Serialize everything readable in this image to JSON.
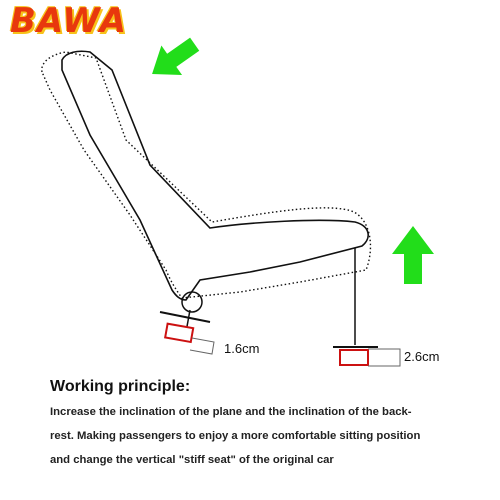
{
  "logo": {
    "text": "BAWA"
  },
  "measurements": {
    "seat_front_lift": "2.6cm",
    "seat_back_adjust": "1.6cm"
  },
  "principle": {
    "title": "Working principle:",
    "lines": [
      "Increase the inclination of the plane and the inclination of the back-",
      "rest. Making passengers to enjoy a more comfortable sitting position",
      "and change the vertical \"stiff seat\" of the original car"
    ]
  },
  "colors": {
    "arrow_green": "#22dd1a",
    "spacer_red": "#cc1111",
    "logo_red": "#e8380d",
    "logo_yellow": "#f7c21a"
  }
}
